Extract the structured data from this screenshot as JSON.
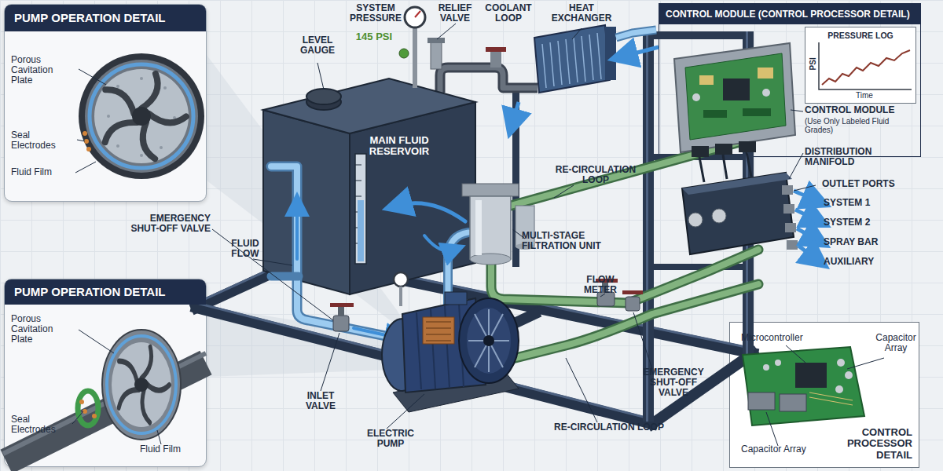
{
  "diagram": {
    "nodes": [
      {
        "text": [
          "PUMP OPERATION DETAIL"
        ]
      },
      {
        "text": [
          "CONTROL MODULE (CONTROL PROCESSOR DETAIL)"
        ]
      },
      {
        "text": [
          "PRESSURE LOG"
        ],
        "in": 1
      },
      {
        "text": [
          "MAIN FLUID RESERVOIR"
        ]
      },
      {
        "text": [
          "PUMP OPERATION DETAIL"
        ]
      },
      {
        "text": [
          "CONTROL PROCESSOR DETAIL"
        ]
      }
    ],
    "labels": [
      "Porous Cavitation Plate",
      "Seal Electrodes",
      "Fluid Film",
      "LEVEL GAUGE",
      "SYSTEM PRESSURE",
      "145 PSI",
      "RELIEF VALVE",
      "COOLANT LOOP",
      "HEAT EXCHANGER",
      "PSI",
      "Time",
      "CONTROL MODULE",
      "(Use Only Labeled Fluid Grades)",
      "DISTRIBUTION MANIFOLD",
      "EMERGENCY SHUT-OFF VALVE",
      "FLUID FLOW",
      "RE-CIRCULATION LOOP",
      "OUTLET PORTS",
      "SYSTEM 1",
      "SYSTEM 2",
      "SPRAY BAR",
      "AUXILIARY",
      "MULTI-STAGE FILTRATION UNIT",
      "FLOW METER",
      "Porous Cavitation Plate",
      "Microcontroller",
      "Capacitor Array",
      "INLET VALVE",
      "EMERGENCY SHUT-OFF VALVE",
      "Seal Electrodes",
      "ELECTRIC PUMP",
      "RE-CIRCULATION LOOP",
      "Fluid Film",
      "Capacitor Array"
    ]
  }
}
